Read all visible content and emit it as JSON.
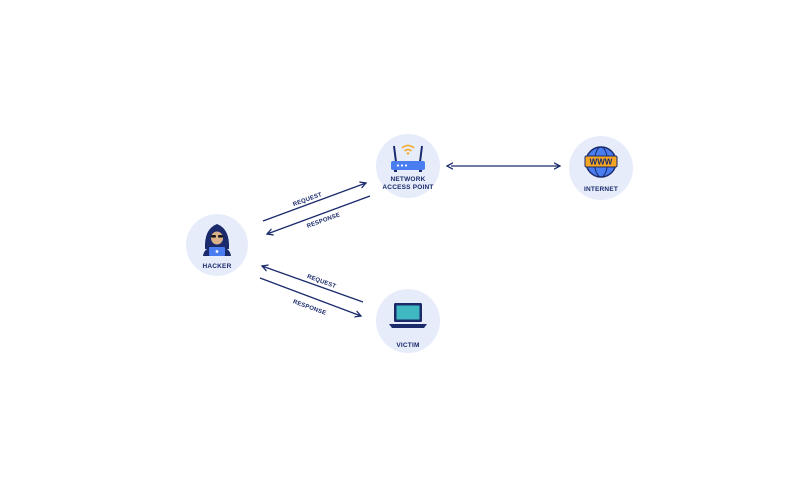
{
  "nodes": {
    "hacker": {
      "label": "HACKER",
      "icon": "hacker-icon"
    },
    "access_point": {
      "label_line1": "NETWORK",
      "label_line2": "ACCESS POINT",
      "icon": "router-icon"
    },
    "internet": {
      "label": "INTERNET",
      "icon": "globe-www-icon",
      "icon_text": "WWW"
    },
    "victim": {
      "label": "VICTIM",
      "icon": "laptop-icon"
    }
  },
  "edges": {
    "hacker_ap_request": "REQUEST",
    "hacker_ap_response": "RESPONSE",
    "victim_hacker_request": "REQUEST",
    "victim_hacker_response": "RESPONSE"
  },
  "colors": {
    "node_fill": "#e6ecfa",
    "line": "#1a2a6b",
    "accent_blue": "#4a7df0",
    "accent_orange": "#f5a623",
    "screen_teal": "#3fb8c2"
  }
}
